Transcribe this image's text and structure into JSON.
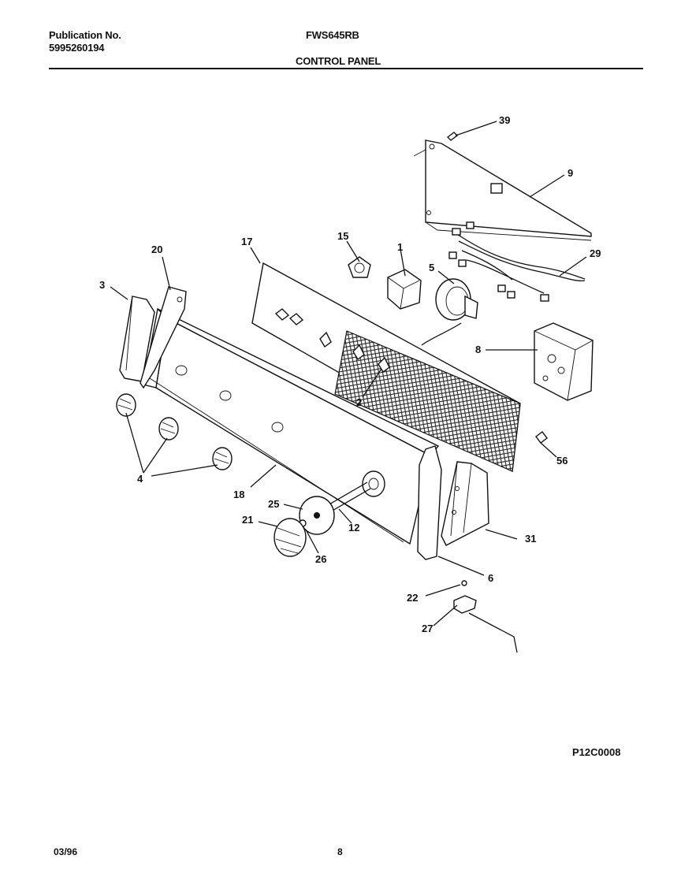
{
  "header": {
    "publication_label": "Publication No.",
    "publication_number": "5995260194",
    "model": "FWS645RB",
    "section_title": "CONTROL PANEL"
  },
  "diagram": {
    "figure_code": "P12C0008",
    "callouts": [
      "39",
      "9",
      "29",
      "15",
      "1",
      "17",
      "20",
      "5",
      "3",
      "8",
      "2",
      "56",
      "4",
      "18",
      "25",
      "21",
      "12",
      "26",
      "31",
      "6",
      "22",
      "27"
    ]
  },
  "footer": {
    "date": "03/96",
    "page": "8"
  }
}
